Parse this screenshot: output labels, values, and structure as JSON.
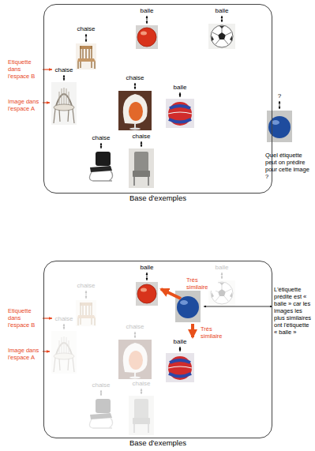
{
  "diagram": {
    "nodes": [
      {
        "text": [
          "Base d'exemples"
        ]
      },
      {
        "text": [
          "balle"
        ],
        "in": 0
      },
      {
        "text": [
          "balle"
        ],
        "in": 0
      },
      {
        "text": [
          "chaise"
        ],
        "in": 0
      },
      {
        "text": [
          "chaise"
        ],
        "in": 0
      },
      {
        "text": [
          "chaise"
        ],
        "in": 0
      },
      {
        "text": [
          "balle"
        ],
        "in": 0
      },
      {
        "text": [
          "chaise"
        ],
        "in": 0
      },
      {
        "text": [
          "chaise"
        ],
        "in": 0
      },
      {
        "text": [
          "?"
        ]
      },
      {
        "text": [
          "Base d'exemples"
        ]
      },
      {
        "text": [
          "balle"
        ],
        "in": 10
      },
      {
        "text": [
          "balle"
        ],
        "in": 10
      },
      {
        "text": [
          "chaise"
        ],
        "in": 10
      },
      {
        "text": [
          "chaise"
        ],
        "in": 10
      },
      {
        "text": [
          "chaise"
        ],
        "in": 10
      },
      {
        "text": [
          "balle"
        ],
        "in": 10
      },
      {
        "text": [
          "chaise"
        ],
        "in": 10
      },
      {
        "text": [
          "chaise"
        ],
        "in": 10
      }
    ],
    "labels": [
      "Etiquette dans l'espace B",
      "Image dans l'espace A",
      "Quel étiquette peut on prédire pour cette image ?",
      "Etiquette dans l'espace B",
      "Image dans l'espace A",
      "Très similaire",
      "Très similaire",
      "L'étiquette prédite est « balle » car les images les plus similaires ont l'étiquette « balle »"
    ]
  }
}
